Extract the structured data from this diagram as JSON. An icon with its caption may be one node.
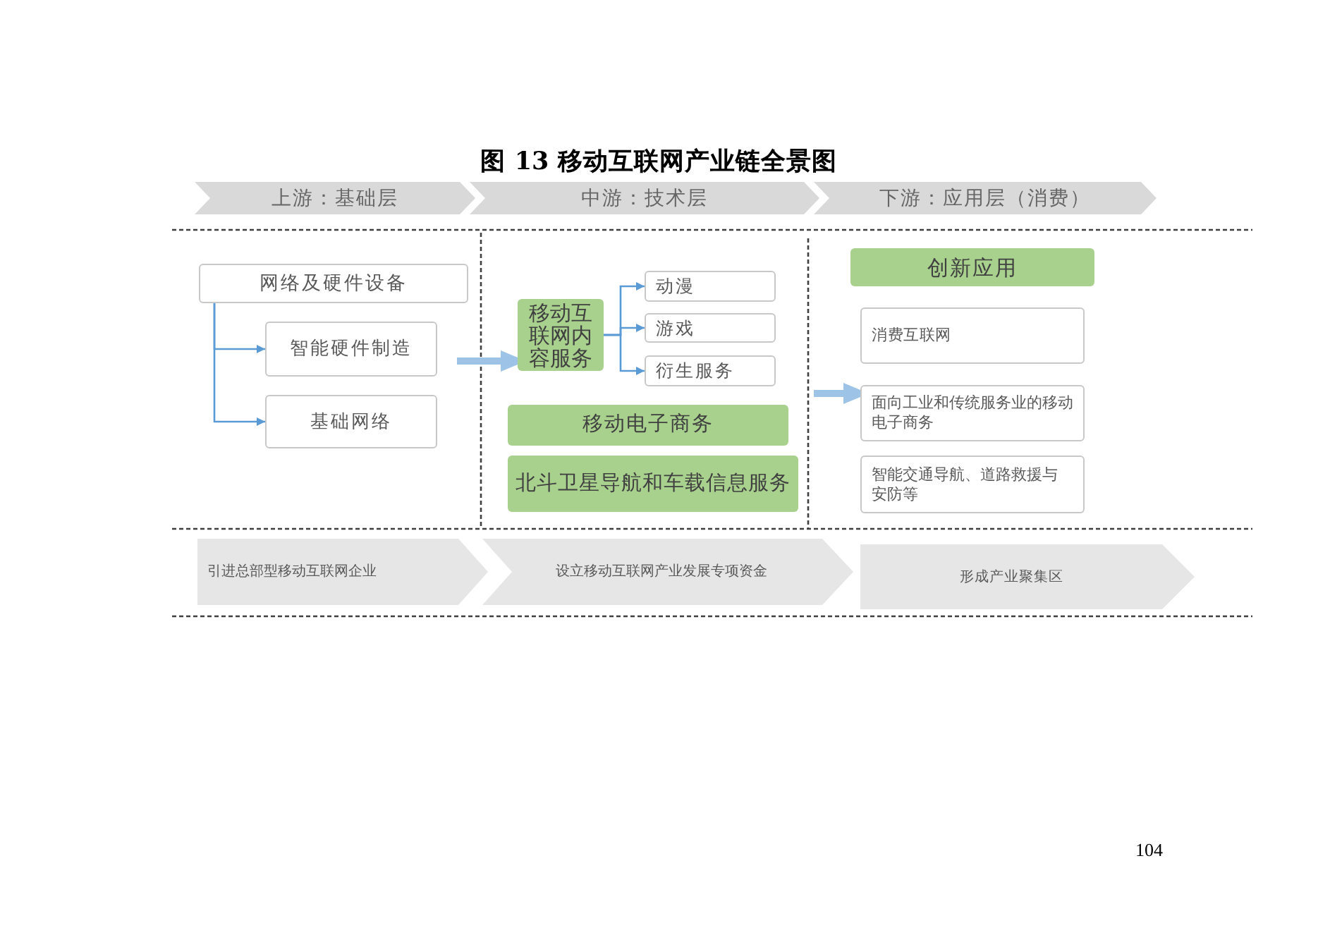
{
  "diagram": {
    "title": "图 13 移动互联网产业链全景图",
    "nodes": [
      {
        "text": [
          "上游：基础层"
        ]
      },
      {
        "text": [
          "中游：技术层"
        ]
      },
      {
        "text": [
          "下游：应用层（消费）"
        ]
      },
      {
        "text": [
          "网络及硬件设备"
        ]
      },
      {
        "text": [
          "智能硬件制造"
        ]
      },
      {
        "text": [
          "基础网络"
        ]
      },
      {
        "text": [
          "移动互联网内容服务"
        ]
      },
      {
        "text": [
          "动漫"
        ]
      },
      {
        "text": [
          "游戏"
        ]
      },
      {
        "text": [
          "衍生服务"
        ]
      },
      {
        "text": [
          "移动电子商务"
        ]
      },
      {
        "text": [
          "北斗卫星导航和车载信息服务"
        ]
      },
      {
        "text": [
          "创新应用"
        ]
      },
      {
        "text": [
          "消费互联网"
        ]
      },
      {
        "text": [
          "面向工业和传统服务业的移动电子商务"
        ]
      },
      {
        "text": [
          "智能交通导航、道路救援与安防等"
        ]
      },
      {
        "text": [
          "引进总部型移动互联网企业"
        ]
      },
      {
        "text": [
          "设立移动互联网产业发展专项资金"
        ]
      },
      {
        "text": [
          "形成产业聚集区"
        ]
      }
    ],
    "edges": [
      {
        "from": 3,
        "to": 4,
        "arrow": "to"
      },
      {
        "from": 3,
        "to": 5,
        "arrow": "to"
      },
      {
        "from": null,
        "to": 6,
        "arrow": "to",
        "style": "thick",
        "color": "#9dc3e6"
      },
      {
        "from": 6,
        "to": 7,
        "arrow": "to"
      },
      {
        "from": 6,
        "to": 8,
        "arrow": "to"
      },
      {
        "from": 6,
        "to": 9,
        "arrow": "to"
      },
      {
        "from": null,
        "to": 14,
        "arrow": "to",
        "style": "thick",
        "color": "#9dc3e6"
      }
    ],
    "labels": [
      "104"
    ]
  }
}
